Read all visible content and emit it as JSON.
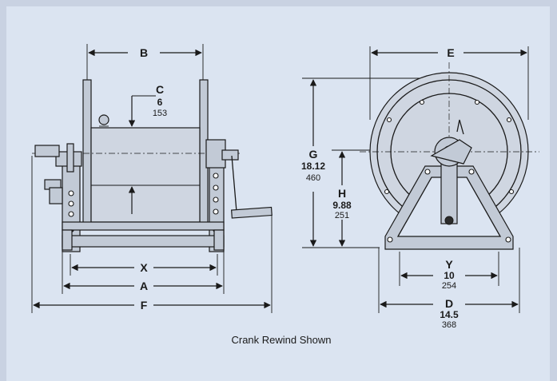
{
  "caption": "Crank Rewind Shown",
  "dimensions": {
    "A": {
      "label": "A"
    },
    "B": {
      "label": "B"
    },
    "C": {
      "label": "C",
      "value": "6",
      "metric": "153"
    },
    "D": {
      "label": "D",
      "value": "14.5",
      "metric": "368"
    },
    "E": {
      "label": "E"
    },
    "F": {
      "label": "F"
    },
    "G": {
      "label": "G",
      "value": "18.12",
      "metric": "460"
    },
    "H": {
      "label": "H",
      "value": "9.88",
      "metric": "251"
    },
    "X": {
      "label": "X"
    },
    "Y": {
      "label": "Y",
      "value": "10",
      "metric": "254"
    }
  }
}
